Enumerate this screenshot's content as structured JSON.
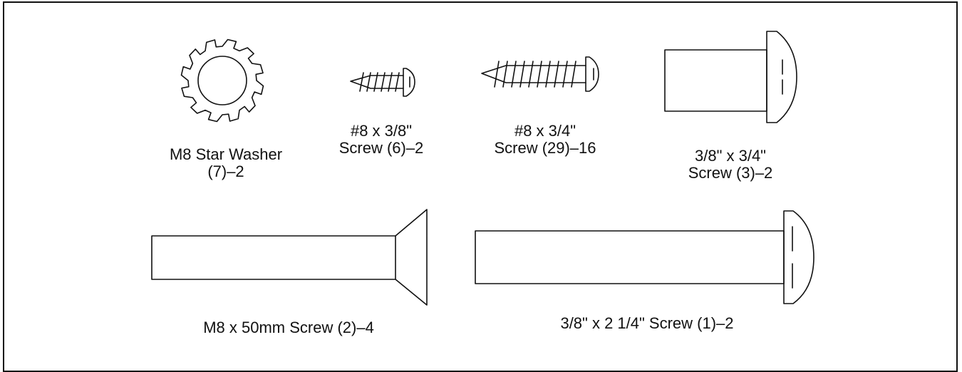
{
  "parts": [
    {
      "id": "star-washer",
      "line1": "M8 Star Washer",
      "line2": "(7)–2"
    },
    {
      "id": "screw-8-38",
      "line1": "#8 x 3/8\"",
      "line2": "Screw (6)–2"
    },
    {
      "id": "screw-8-34",
      "line1": "#8 x 3/4\"",
      "line2": "Screw (29)–16"
    },
    {
      "id": "screw-38-34",
      "line1": "3/8\" x 3/4\"",
      "line2": "Screw (3)–2"
    },
    {
      "id": "screw-m8-50",
      "line1": "M8 x 50mm Screw (2)–4"
    },
    {
      "id": "screw-38-214",
      "line1": "3/8\" x 2 1/4\" Screw (1)–2"
    }
  ]
}
